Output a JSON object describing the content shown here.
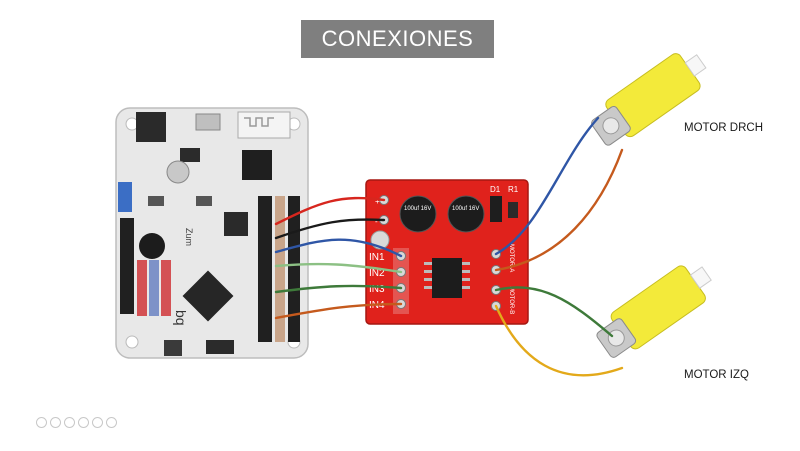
{
  "slide": {
    "title": "CONEXIONES"
  },
  "board": {
    "brand_text": "bq",
    "model_text": "Zum"
  },
  "driver": {
    "inputs": [
      "IN1",
      "IN2",
      "IN3",
      "IN4"
    ],
    "power_pins": [
      "+",
      "-"
    ],
    "diode_label": "D1",
    "resistor_label": "R1",
    "motor_a_label": "MOTOR-A",
    "motor_b_label": "MOTOR-B",
    "cap_text_1": "100uf 16V",
    "cap_text_2": "100uf 16V"
  },
  "motors": {
    "right_label": "MOTOR DRCH",
    "left_label": "MOTOR IZQ"
  },
  "colors": {
    "title_bg": "#7f7f7f",
    "board_pcb": "#e6e6e6",
    "driver_pcb": "#e0221c",
    "wire_red": "#d7261e",
    "wire_black": "#1a1a1a",
    "wire_blue": "#2f56a6",
    "wire_lightgreen": "#8cc084",
    "wire_darkgreen": "#3e7a3a",
    "wire_orange": "#c55a1d",
    "wire_yellow": "#e3a91a",
    "motor_yellow": "#f3ea3a"
  }
}
